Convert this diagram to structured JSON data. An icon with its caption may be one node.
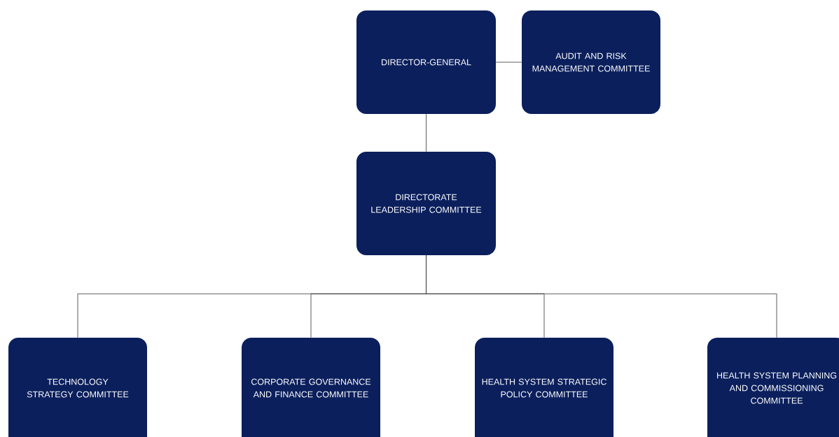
{
  "diagram": {
    "nodes": [
      {
        "text": [
          "DIRECTOR-GENERAL"
        ]
      },
      {
        "text": [
          "AUDIT AND RISK MANAGEMENT COMMITTEE"
        ]
      },
      {
        "text": [
          "DIRECTORATE LEADERSHIP COMMITTEE"
        ]
      },
      {
        "text": [
          "TECHNOLOGY STRATEGY COMMITTEE"
        ]
      },
      {
        "text": [
          "CORPORATE GOVERNANCE AND FINANCE COMMITTEE"
        ]
      },
      {
        "text": [
          "HEALTH SYSTEM STRATEGIC POLICY COMMITTEE"
        ]
      },
      {
        "text": [
          "HEALTH SYSTEM PLANNING AND COMMISSIONING COMMITTEE"
        ]
      }
    ],
    "edges": [
      {
        "from": 0,
        "to": 1,
        "arrow": "none"
      },
      {
        "from": 0,
        "to": 2,
        "arrow": "none"
      },
      {
        "from": 2,
        "to": 3,
        "arrow": "none"
      },
      {
        "from": 2,
        "to": 4,
        "arrow": "none"
      },
      {
        "from": 2,
        "to": 5,
        "arrow": "none"
      },
      {
        "from": 2,
        "to": 6,
        "arrow": "none"
      }
    ]
  }
}
